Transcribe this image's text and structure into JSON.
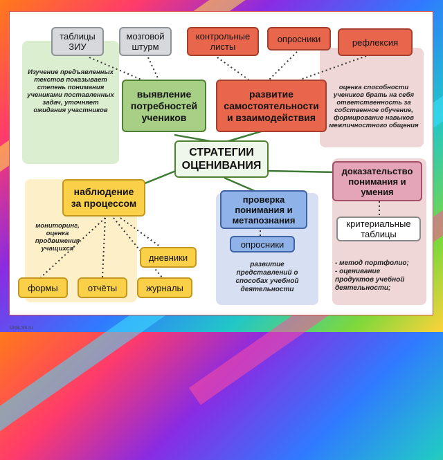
{
  "colors": {
    "grey": "#d6d8dc",
    "red": "#e8664c",
    "green": "#a8cf86",
    "yellow": "#fbd049",
    "blue": "#8fb2e8",
    "pink": "#e4a5b8",
    "region_green": "#dbeed0",
    "region_pink": "#efd6d7",
    "region_yellow": "#fdf0c9",
    "region_blue": "#d7e0f2"
  },
  "nodes": {
    "tablitsy_ziu": "таблицы\nЗИУ",
    "mozgovoy_shturm": "мозговой\nштурм",
    "kontrolnye_listy": "контрольные\nлисты",
    "oprosniki_top": "опросники",
    "refleksiya": "рефлексия",
    "vyyavlenie": "выявление\nпотребностей\nучеников",
    "razvitie": "развитие\nсамостоятельности\nи взаимодействия",
    "strategii": "СТРАТЕГИИ\nОЦЕНИВАНИЯ",
    "nablyudenie": "наблюдение\nза процессом",
    "proverka": "проверка\nпонимания и\nметапознания",
    "oprosniki_mid": "опросники",
    "dokazatelstvo": "доказательство\nпонимания и\nумения",
    "kriterialnye": "критериальные\nтаблицы",
    "dnevniki": "дневники",
    "formy": "формы",
    "otchety": "отчёты",
    "zhurnaly": "журналы"
  },
  "notes": {
    "izuchenie": "Изучение предъявленных\nтекстов показывает\nстепень понимания\nучениками поставленных\nзадач, уточняет\nожидания участников",
    "otsenka": "оценка способности\nучеников брать на себя\nответственность за\nсобственное обучение,\nформирование навыков\nмежличностного общения",
    "monitoring": "мониторинг,\nоценка\nпродвижения\nучащихся",
    "razvitie_pred": "развитие\nпредставлений о\nспособах учебной\nдеятельности",
    "metod": "- метод портфолио;\n- оценивание\nпродуктов учебной\nдеятельности;"
  },
  "footer": "Urok.Sh.ru"
}
